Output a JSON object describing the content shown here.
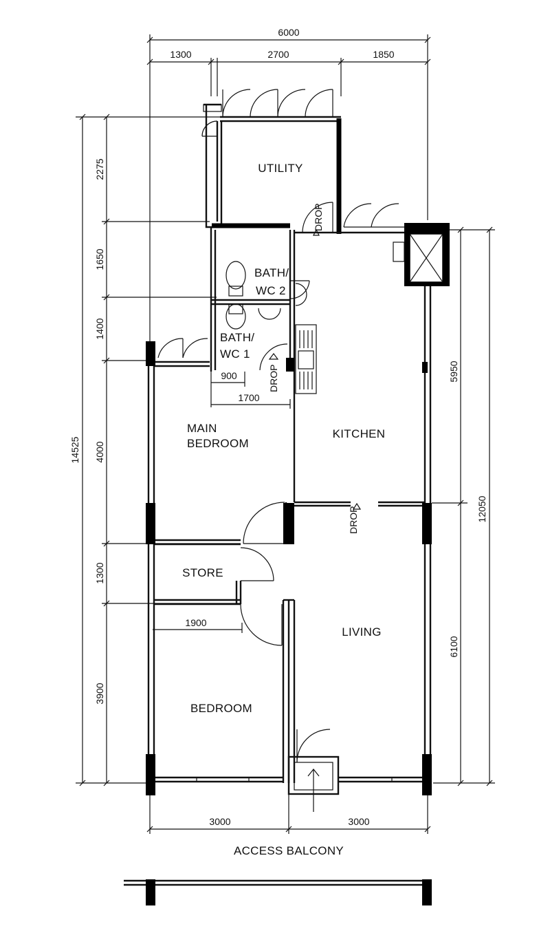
{
  "rooms": {
    "utility": "UTILITY",
    "bath2_line1": "BATH/",
    "bath2_line2": "WC  2",
    "bath1_line1": "BATH/",
    "bath1_line2": "WC  1",
    "main_bedroom_line1": "MAIN",
    "main_bedroom_line2": "BEDROOM",
    "kitchen": "KITCHEN",
    "store": "STORE",
    "living": "LIVING",
    "bedroom": "BEDROOM",
    "access_balcony": "ACCESS   BALCONY"
  },
  "drops": {
    "utility": "DROP",
    "bath1": "DROP",
    "living": "DROP"
  },
  "dimensions": {
    "top_total": "6000",
    "top_seg1": "1300",
    "top_seg2": "2700",
    "top_seg3": "1850",
    "left_total": "14525",
    "left_seg1": "2275",
    "left_seg2": "1650",
    "left_seg3": "1400",
    "left_seg4": "4000",
    "left_seg5": "1300",
    "left_seg6": "3900",
    "right_total": "12050",
    "right_seg1": "5950",
    "right_seg2": "6100",
    "bottom_seg1": "3000",
    "bottom_seg2": "3000",
    "inner_900": "900",
    "inner_1700": "1700",
    "inner_1900": "1900"
  }
}
